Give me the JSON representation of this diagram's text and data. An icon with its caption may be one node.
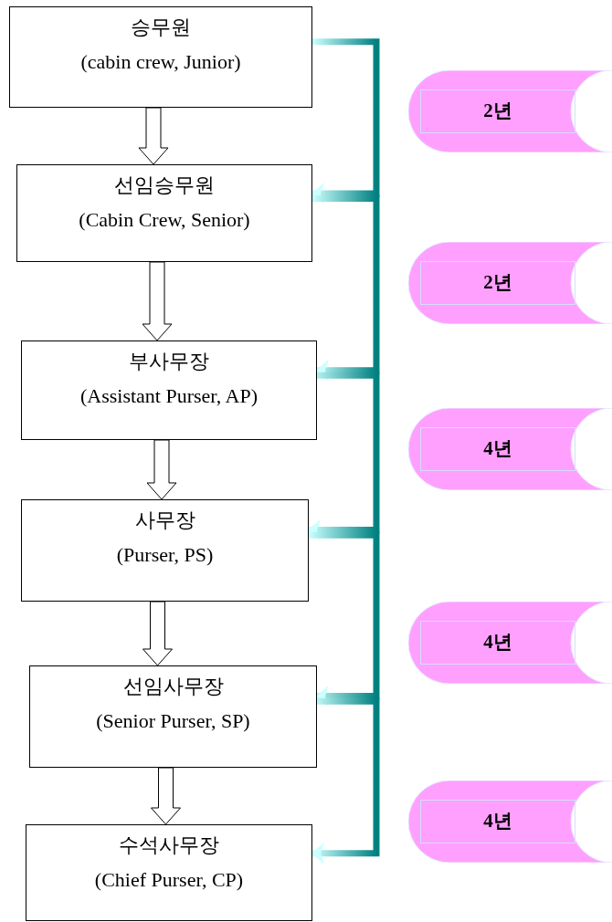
{
  "diagram": {
    "nodes": [
      {
        "text": [
          "승무원",
          "(cabin crew, Junior)"
        ]
      },
      {
        "text": [
          "선임승무원",
          "(Cabin Crew, Senior)"
        ]
      },
      {
        "text": [
          "부사무장",
          "(Assistant Purser, AP)"
        ]
      },
      {
        "text": [
          "사무장",
          "(Purser, PS)"
        ]
      },
      {
        "text": [
          "선임사무장",
          "(Senior Purser, SP)"
        ]
      },
      {
        "text": [
          "수석사무장",
          "(Chief Purser, CP)"
        ]
      },
      {
        "text": [
          "2년"
        ]
      },
      {
        "text": [
          "2년"
        ]
      },
      {
        "text": [
          "4년"
        ]
      },
      {
        "text": [
          "4년"
        ]
      },
      {
        "text": [
          "4년"
        ]
      }
    ],
    "edges": [
      {
        "from": 0,
        "to": 1,
        "arrow": "to"
      },
      {
        "from": 1,
        "to": 2,
        "arrow": "to"
      },
      {
        "from": 2,
        "to": 3,
        "arrow": "to"
      },
      {
        "from": 3,
        "to": 4,
        "arrow": "to"
      },
      {
        "from": 4,
        "to": 5,
        "arrow": "to"
      },
      {
        "from": 0,
        "to": 1,
        "arrow": "to",
        "style": "thick",
        "color": "#008080"
      },
      {
        "from": 1,
        "to": 2,
        "arrow": "to",
        "style": "thick",
        "color": "#008080"
      },
      {
        "from": 2,
        "to": 3,
        "arrow": "to",
        "style": "thick",
        "color": "#008080"
      },
      {
        "from": 3,
        "to": 4,
        "arrow": "to",
        "style": "thick",
        "color": "#008080"
      },
      {
        "from": 4,
        "to": 5,
        "arrow": "to",
        "style": "thick",
        "color": "#008080"
      }
    ]
  }
}
